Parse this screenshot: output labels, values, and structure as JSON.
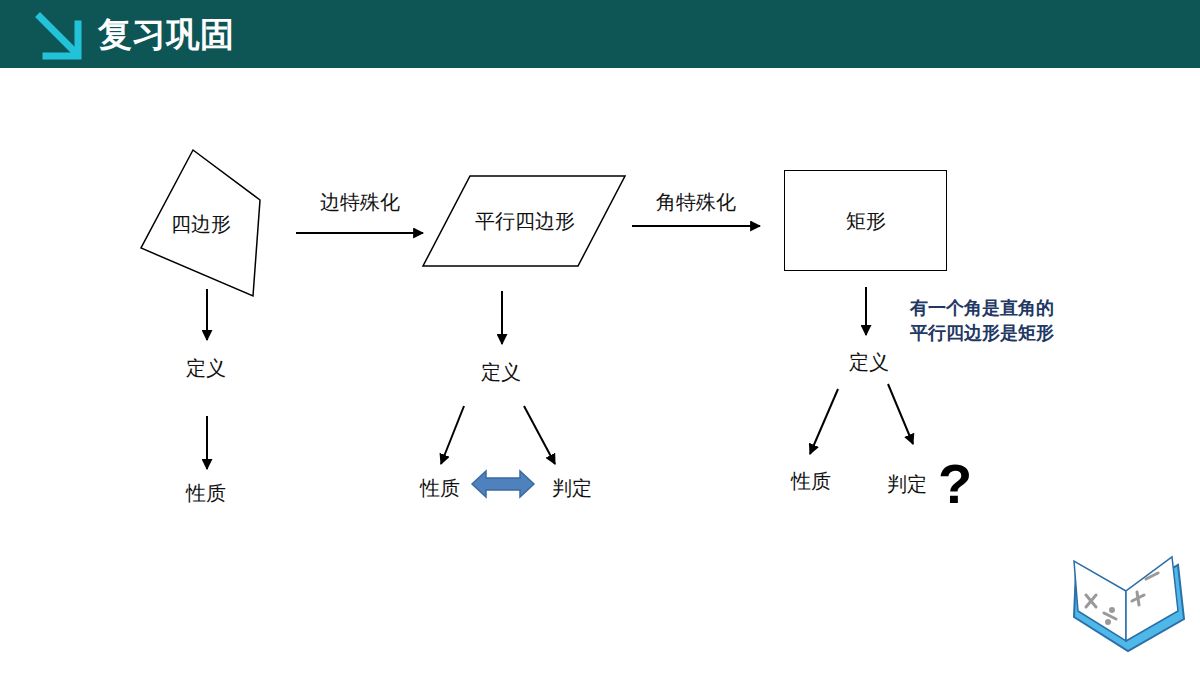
{
  "diagram": {
    "title": "复习巩固",
    "nodes": [
      {
        "text": [
          "四边形"
        ]
      },
      {
        "text": [
          "平行四边形"
        ]
      },
      {
        "text": [
          "矩形"
        ]
      },
      {
        "text": [
          "定义"
        ]
      },
      {
        "text": [
          "性质"
        ]
      },
      {
        "text": [
          "定义"
        ]
      },
      {
        "text": [
          "性质"
        ]
      },
      {
        "text": [
          "判定"
        ]
      },
      {
        "text": [
          "定义"
        ]
      },
      {
        "text": [
          "性质"
        ]
      },
      {
        "text": [
          "判定"
        ]
      }
    ],
    "edges": [
      {
        "from": 0,
        "to": 1,
        "label": "边特殊化",
        "arrow": "to"
      },
      {
        "from": 1,
        "to": 2,
        "label": "角特殊化",
        "arrow": "to"
      },
      {
        "from": 0,
        "to": 3,
        "arrow": "to"
      },
      {
        "from": 3,
        "to": 4,
        "arrow": "to"
      },
      {
        "from": 1,
        "to": 5,
        "arrow": "to"
      },
      {
        "from": 5,
        "to": 6,
        "arrow": "to"
      },
      {
        "from": 5,
        "to": 7,
        "arrow": "to"
      },
      {
        "from": 6,
        "to": 7,
        "arrow": "both"
      },
      {
        "from": 2,
        "to": 8,
        "arrow": "to"
      },
      {
        "from": 8,
        "to": 9,
        "arrow": "to"
      },
      {
        "from": 8,
        "to": 10,
        "arrow": "to"
      }
    ],
    "labels": [
      "有一个角是直角的 平行四边形是矩形",
      "?"
    ]
  }
}
